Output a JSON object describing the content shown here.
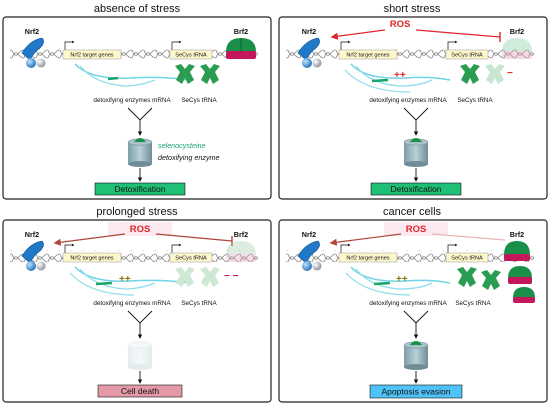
{
  "panels": [
    {
      "title": "absence of stress",
      "nrf2": "Nrf2",
      "brf2": "Brf2",
      "target_genes": "Nrf2 target genes",
      "secys_trna_gene": "SeCys tRNA",
      "mrna": "detoxifying enzymes mRNA",
      "secys_trna": "SeCys tRNA",
      "selenocysteine": "selenocysteine",
      "detox_enzyme": "detoxifying enzyme",
      "outcome": "Detoxification"
    },
    {
      "title": "short stress",
      "ros": "ROS",
      "nrf2": "Nrf2",
      "brf2": "Brf2",
      "target_genes": "Nrf2 target genes",
      "secys_trna_gene": "SeCys tRNA",
      "mrna": "detoxifying enzymes mRNA",
      "secys_trna": "SeCys tRNA",
      "mrna_change": "++",
      "trna_change": "−",
      "outcome": "Detoxification"
    },
    {
      "title": "prolonged stress",
      "ros": "ROS",
      "nrf2": "Nrf2",
      "brf2": "Brf2",
      "target_genes": "Nrf2 target genes",
      "secys_trna_gene": "SeCys tRNA",
      "mrna": "detoxifying enzymes mRNA",
      "secys_trna": "SeCys tRNA",
      "mrna_change": "++",
      "trna_change": "− −",
      "outcome": "Cell death"
    },
    {
      "title": "cancer cells",
      "ros": "ROS",
      "nrf2": "Nrf2",
      "brf2": "Brf2",
      "target_genes": "Nrf2 target genes",
      "secys_trna_gene": "SeCys tRNA",
      "mrna": "detoxifying enzymes mRNA",
      "secys_trna": "SeCys tRNA",
      "mrna_change": "++",
      "outcome": "Apoptosis evasion"
    }
  ],
  "colors": {
    "nrf2_blue": "#1f78c8",
    "brf2_green": "#1a8f4a",
    "brf2_pink": "#c2185b",
    "trna_green": "#2a9d52",
    "ros_red": "#e0262a",
    "detox_green": "#1fbf76",
    "cell_death_pink": "#e39aa6",
    "apoptosis_blue": "#4fc3f7",
    "mrna_cyan": "#6ed3e6"
  }
}
